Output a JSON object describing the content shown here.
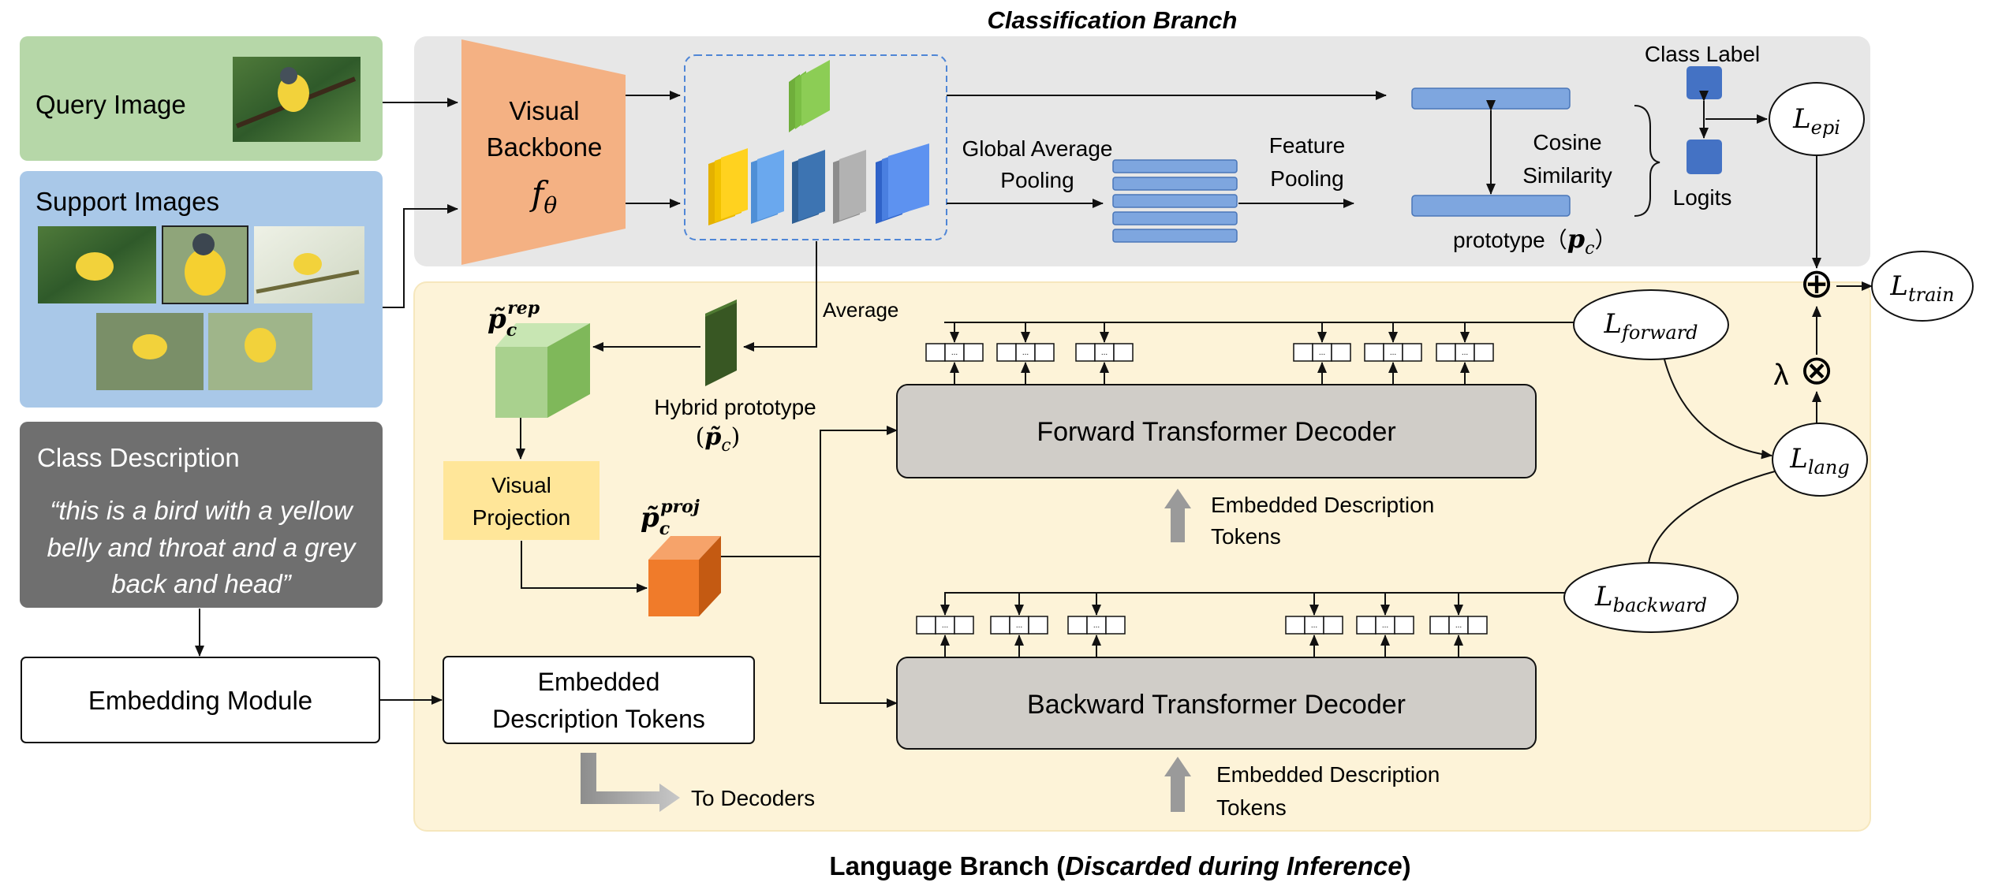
{
  "branches": {
    "classification_title": "Classification Branch",
    "language_title_bold": "Language Branch (",
    "language_title_italic": "Discarded during Inference",
    "language_title_close": ")"
  },
  "inputs": {
    "query_label": "Query Image",
    "support_label": "Support Images",
    "class_description_label": "Class Description",
    "class_description_lines": [
      "“this is a bird with a yellow",
      "belly and throat and a grey",
      "back and head”"
    ],
    "embedding_module": "Embedding Module"
  },
  "backbone": {
    "line1": "Visual",
    "line2": "Backbone",
    "symbol": "f",
    "subscript": "θ"
  },
  "classification": {
    "gap_line1": "Global Average",
    "gap_line2": "Pooling",
    "feature_pooling_line1": "Feature",
    "feature_pooling_line2": "Pooling",
    "cosine_line1": "Cosine",
    "cosine_line2": "Similarity",
    "prototype_label": "prototype（",
    "prototype_symbol": "p",
    "prototype_sub": "c",
    "prototype_close": "）",
    "class_label": "Class Label",
    "logits": "Logits"
  },
  "losses": {
    "epi": {
      "main": "L",
      "sub": "epi"
    },
    "train": {
      "main": "L",
      "sub": "train"
    },
    "forward": {
      "main": "L",
      "sub": "forward"
    },
    "backward": {
      "main": "L",
      "sub": "backward"
    },
    "lang": {
      "main": "L",
      "sub": "lang"
    },
    "lambda": "λ",
    "plus_symbol": "⊕",
    "times_symbol": "⊗"
  },
  "language": {
    "average_label": "Average",
    "p_rep_symbol": "p̃",
    "p_rep_sub": "c",
    "p_rep_sup": "rep",
    "hybrid_line1": "Hybrid prototype",
    "hybrid_line2_open": "(",
    "hybrid_line2_symbol": "p̃",
    "hybrid_line2_sub": "c",
    "hybrid_line2_close": ")",
    "visual_projection_line1": "Visual",
    "visual_projection_line2": "Projection",
    "p_proj_symbol": "p̃",
    "p_proj_sub": "c",
    "p_proj_sup": "proj",
    "embedded_tokens_line1": "Embedded",
    "embedded_tokens_line2": "Description Tokens",
    "to_decoders": "To Decoders",
    "forward_decoder": "Forward Transformer Decoder",
    "backward_decoder": "Backward Transformer Decoder",
    "embedded_desc_line1": "Embedded Description",
    "embedded_desc_line2": "Tokens",
    "token_ellipsis": "..."
  },
  "colors": {
    "query_bg": "#b6d7a8",
    "support_bg": "#a9c8e8",
    "class_desc_bg": "#6f6f6f",
    "backbone": "#f4b183",
    "classification_bg": "#e7e7e7",
    "language_bg": "#fdf3d8",
    "decoder_bg": "#d0cdc8",
    "visual_projection_bg": "#ffe699",
    "feature_bar": "#7ea6df",
    "logit_square": "#4472c4",
    "orange_cube": "#f07b2a",
    "green_cube": "#a9d18e"
  }
}
